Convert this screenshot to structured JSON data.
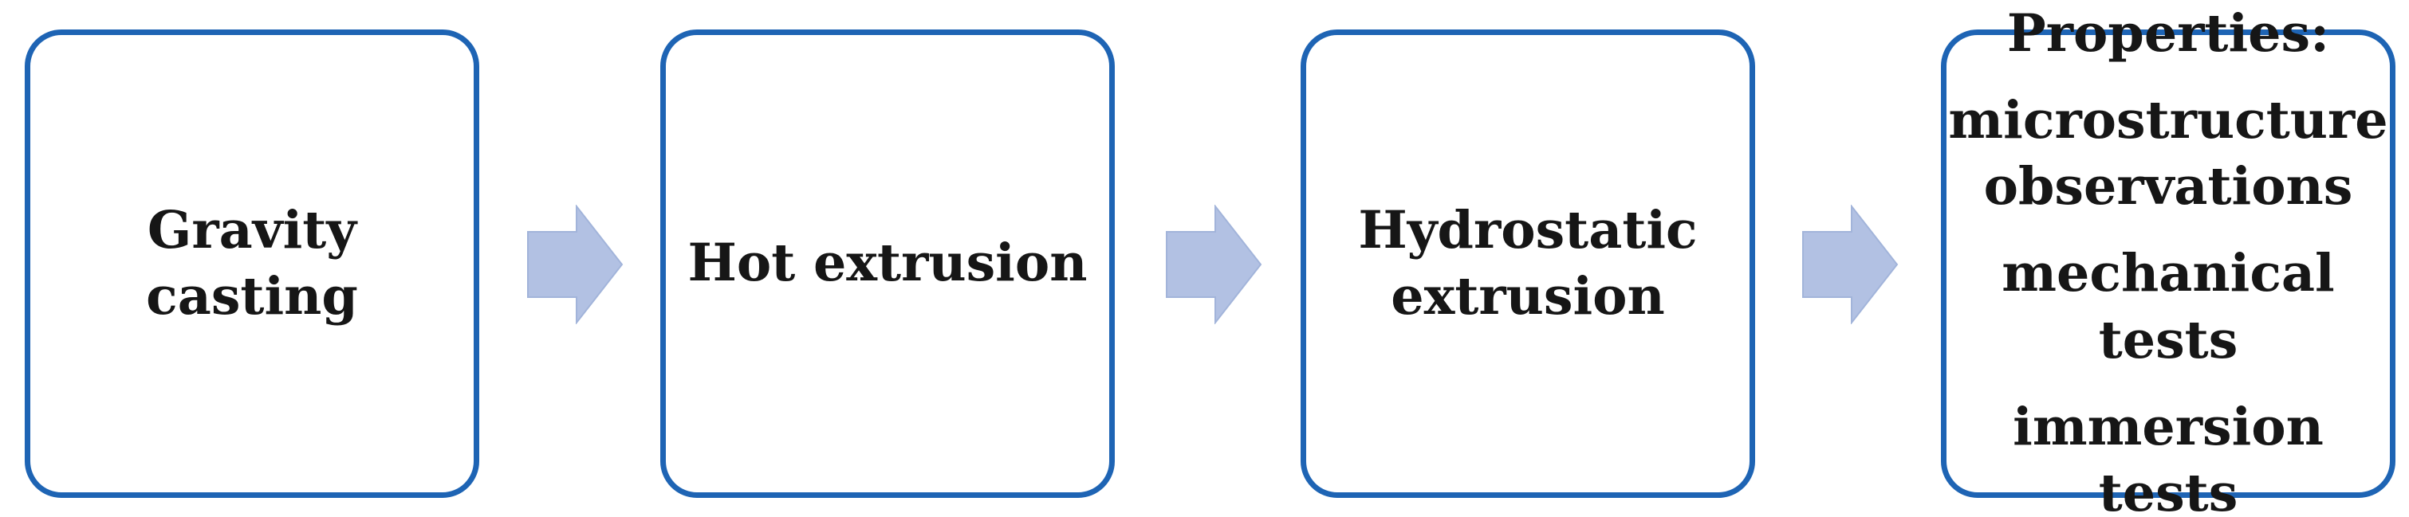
{
  "diagram": {
    "type": "process-flowchart",
    "direction": "left-to-right",
    "boxes": [
      {
        "label": "Gravity casting"
      },
      {
        "label": "Hot extrusion"
      },
      {
        "label": "Hydrostatic extrusion"
      },
      {
        "title": "Properties:",
        "items": [
          "microstructure observations",
          "mechanical tests",
          "immersion tests"
        ]
      }
    ],
    "arrow_count": 3,
    "colors": {
      "border": "#1e64b4",
      "arrow_fill": "#b2c1e3",
      "arrow_edge": "#a2b4da",
      "text": "#161616",
      "background": "#ffffff"
    }
  }
}
